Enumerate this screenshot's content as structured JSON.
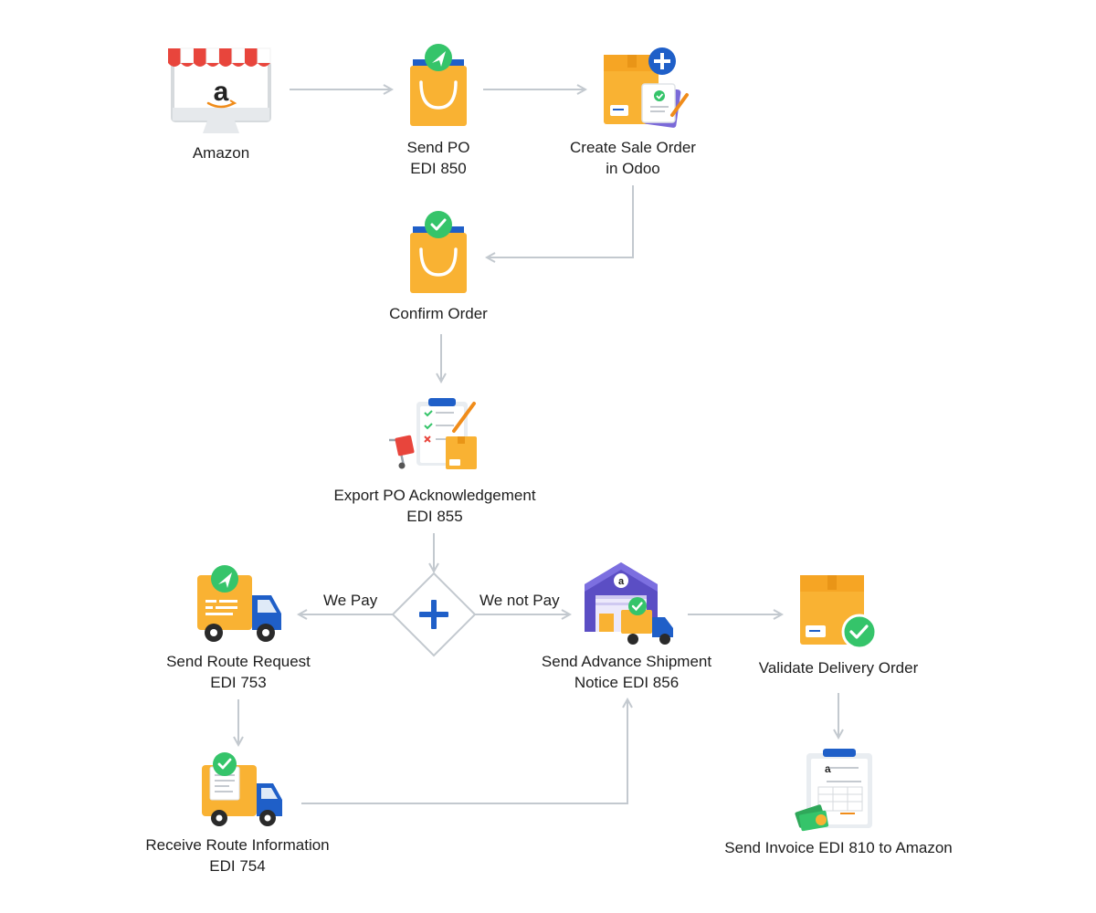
{
  "nodes": {
    "amazon": {
      "line1": "Amazon"
    },
    "send_po": {
      "line1": "Send PO",
      "line2": "EDI 850"
    },
    "create_sale_order": {
      "line1": "Create Sale Order",
      "line2": "in Odoo"
    },
    "confirm_order": {
      "line1": "Confirm Order"
    },
    "export_po_ack": {
      "line1": "Export PO Acknowledgement",
      "line2": "EDI 855"
    },
    "send_route_request": {
      "line1": "Send Route Request",
      "line2": "EDI 753"
    },
    "receive_route_info": {
      "line1": "Receive Route Information",
      "line2": "EDI 754"
    },
    "send_asn": {
      "line1": "Send Advance Shipment",
      "line2": "Notice EDI 856"
    },
    "validate_delivery": {
      "line1": "Validate Delivery Order"
    },
    "send_invoice": {
      "line1": "Send Invoice EDI 810 to Amazon"
    }
  },
  "edges": {
    "we_pay": "We Pay",
    "we_not_pay": "We not Pay"
  },
  "logo_text": "a",
  "colors": {
    "connector": "#c3c9cf",
    "orange": "#f9b233",
    "orange_dark": "#f08c1a",
    "blue": "#1f5fc8",
    "green": "#35c46a",
    "gateway_border": "#c3c9cf",
    "gateway_plus": "#1f5fc8"
  }
}
